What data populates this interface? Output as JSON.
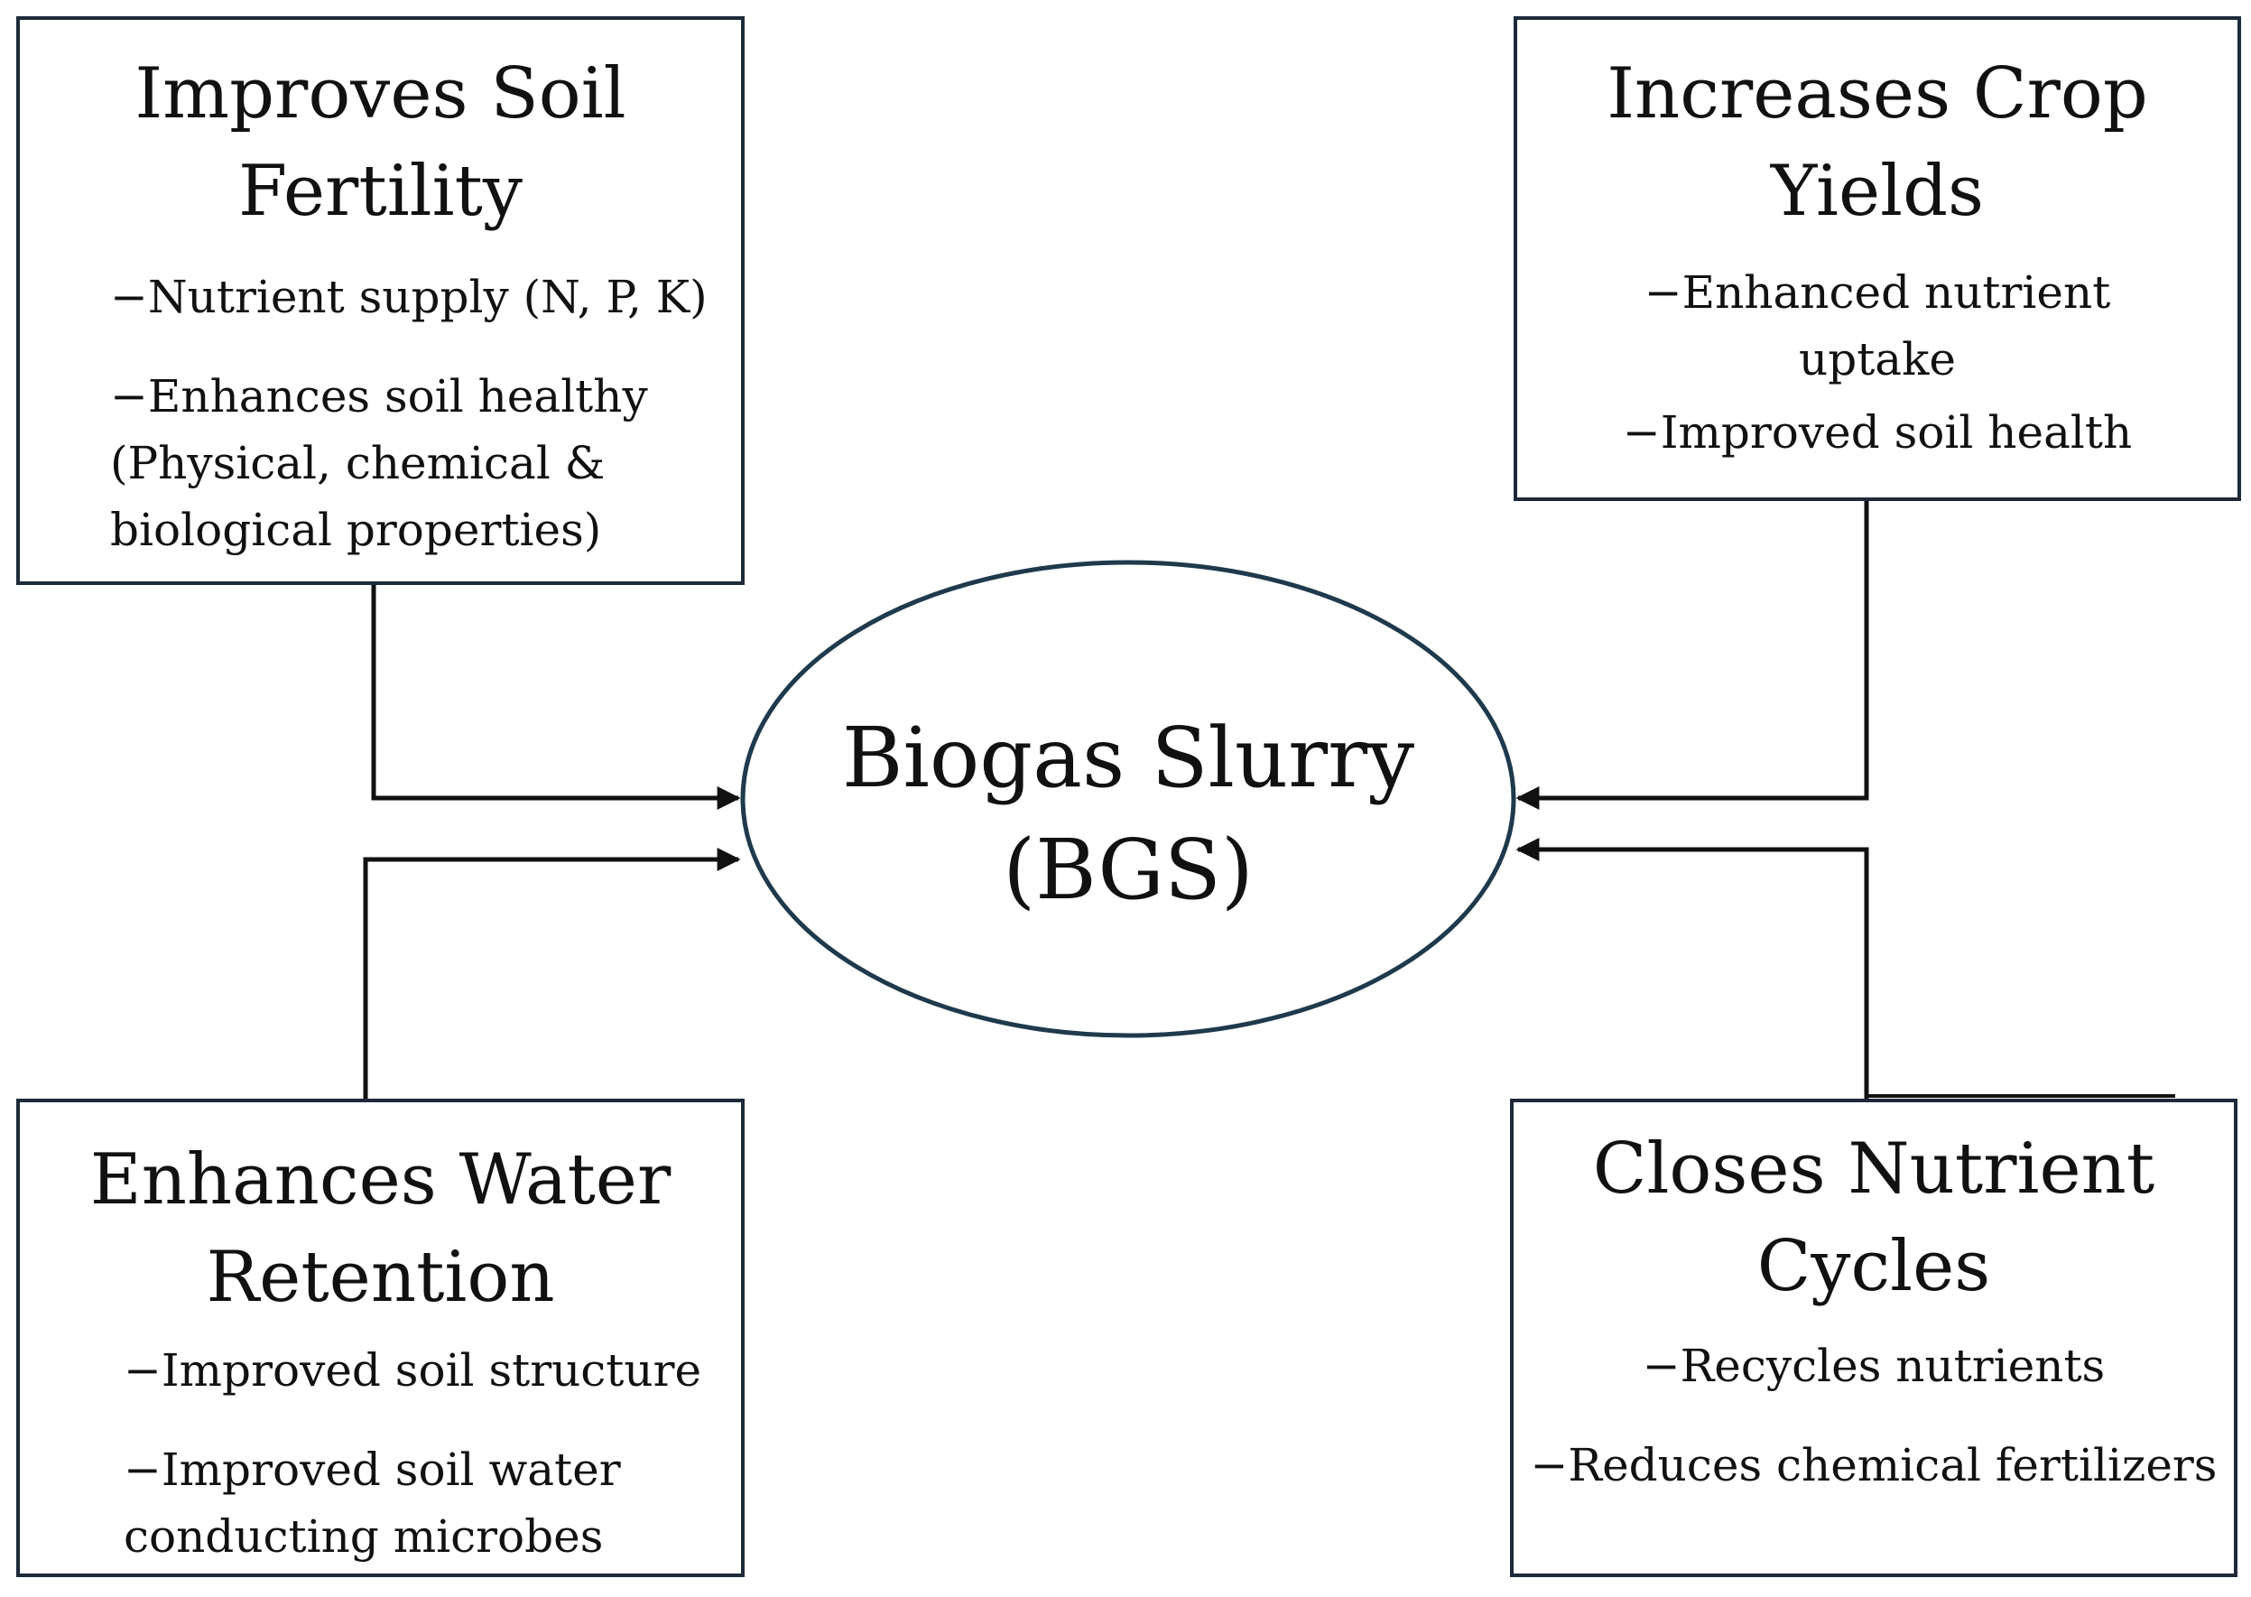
{
  "center": {
    "label": "Biogas Slurry\n(BGS)"
  },
  "boxes": {
    "top_left": {
      "title": "Improves Soil\nFertility",
      "items": [
        "−Nutrient supply (N, P, K)",
        "−Enhances soil healthy\n(Physical, chemical &\nbiological properties)"
      ]
    },
    "top_right": {
      "title": "Increases Crop\nYields",
      "items": [
        "−Enhanced nutrient\nuptake",
        "−Improved soil health"
      ]
    },
    "bottom_left": {
      "title": "Enhances Water\nRetention",
      "items": [
        "−Improved soil structure",
        "−Improved soil water\nconducting microbes"
      ]
    },
    "bottom_right": {
      "title": "Closes Nutrient\nCycles",
      "items": [
        "−Recycles nutrients",
        "−Reduces chemical fertilizers"
      ]
    }
  },
  "colors": {
    "box_border": "#1c2a3a",
    "ellipse_border": "#1e3a4c",
    "arrow": "#111111",
    "text": "#111111"
  }
}
